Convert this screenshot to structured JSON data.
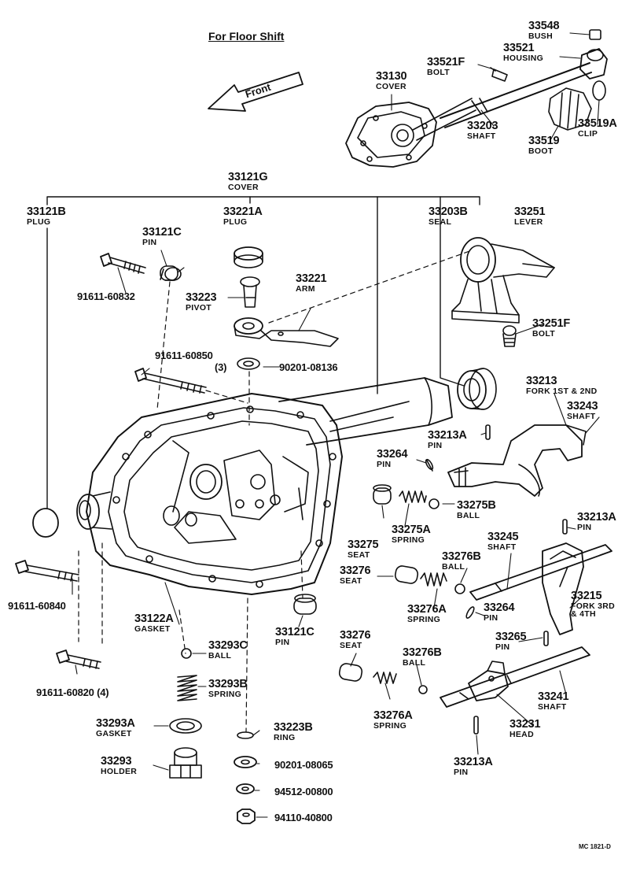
{
  "diagram": {
    "title": "For Floor Shift",
    "front_label": "Front",
    "code": "MC 1821-D"
  },
  "parts": [
    {
      "id": "p33548",
      "num": "33548",
      "name": "BUSH"
    },
    {
      "id": "p33521",
      "num": "33521",
      "name": "HOUSING"
    },
    {
      "id": "p33521F",
      "num": "33521F",
      "name": "BOLT"
    },
    {
      "id": "p33130",
      "num": "33130",
      "name": "COVER"
    },
    {
      "id": "p33203",
      "num": "33203",
      "name": "SHAFT"
    },
    {
      "id": "p33519",
      "num": "33519",
      "name": "BOOT"
    },
    {
      "id": "p33519A",
      "num": "33519A",
      "name": "CLIP"
    },
    {
      "id": "p33121G",
      "num": "33121G",
      "name": "COVER"
    },
    {
      "id": "p33121B",
      "num": "33121B",
      "name": "PLUG"
    },
    {
      "id": "p33221A",
      "num": "33221A",
      "name": "PLUG"
    },
    {
      "id": "p33203B",
      "num": "33203B",
      "name": "SEAL"
    },
    {
      "id": "p33251",
      "num": "33251",
      "name": "LEVER"
    },
    {
      "id": "p33121C_top",
      "num": "33121C",
      "name": "PIN"
    },
    {
      "id": "p33221",
      "num": "33221",
      "name": "ARM"
    },
    {
      "id": "p33223",
      "num": "33223",
      "name": "PIVOT"
    },
    {
      "id": "p33251F",
      "num": "33251F",
      "name": "BOLT"
    },
    {
      "id": "p33213",
      "num": "33213",
      "name": "FORK 1ST & 2ND"
    },
    {
      "id": "p33243",
      "num": "33243",
      "name": "SHAFT"
    },
    {
      "id": "p33213A_a",
      "num": "33213A",
      "name": "PIN"
    },
    {
      "id": "p33264_a",
      "num": "33264",
      "name": "PIN"
    },
    {
      "id": "p33275B",
      "num": "33275B",
      "name": "BALL"
    },
    {
      "id": "p33275A",
      "num": "33275A",
      "name": "SPRING"
    },
    {
      "id": "p33275",
      "num": "33275",
      "name": "SEAT"
    },
    {
      "id": "p33213A_b",
      "num": "33213A",
      "name": "PIN"
    },
    {
      "id": "p33245",
      "num": "33245",
      "name": "SHAFT"
    },
    {
      "id": "p33276B_a",
      "num": "33276B",
      "name": "BALL"
    },
    {
      "id": "p33276_a",
      "num": "33276",
      "name": "SEAT"
    },
    {
      "id": "p33276A_a",
      "num": "33276A",
      "name": "SPRING"
    },
    {
      "id": "p33264_b",
      "num": "33264",
      "name": "PIN"
    },
    {
      "id": "p33215",
      "num": "33215",
      "name": "FORK 3RD & 4TH"
    },
    {
      "id": "p33265",
      "num": "33265",
      "name": "PIN"
    },
    {
      "id": "p33122A",
      "num": "33122A",
      "name": "GASKET"
    },
    {
      "id": "p33121C_bot",
      "num": "33121C",
      "name": "PIN"
    },
    {
      "id": "p33293C",
      "num": "33293C",
      "name": "BALL"
    },
    {
      "id": "p33276_b",
      "num": "33276",
      "name": "SEAT"
    },
    {
      "id": "p33276B_b",
      "num": "33276B",
      "name": "BALL"
    },
    {
      "id": "p33293B",
      "num": "33293B",
      "name": "SPRING"
    },
    {
      "id": "p33276A_b",
      "num": "33276A",
      "name": "SPRING"
    },
    {
      "id": "p33241",
      "num": "33241",
      "name": "SHAFT"
    },
    {
      "id": "p33231",
      "num": "33231",
      "name": "HEAD"
    },
    {
      "id": "p33293A",
      "num": "33293A",
      "name": "GASKET"
    },
    {
      "id": "p33223B",
      "num": "33223B",
      "name": "RING"
    },
    {
      "id": "p33293",
      "num": "33293",
      "name": "HOLDER"
    },
    {
      "id": "p33213A_c",
      "num": "33213A",
      "name": "PIN"
    }
  ],
  "part_numbers": [
    {
      "id": "n1",
      "text": "91611-60832"
    },
    {
      "id": "n2",
      "text": "91611-60850"
    },
    {
      "id": "n2q",
      "text": "(3)"
    },
    {
      "id": "n3",
      "text": "90201-08136"
    },
    {
      "id": "n4",
      "text": "91611-60840"
    },
    {
      "id": "n5",
      "text": "91611-60820 (4)"
    },
    {
      "id": "n6",
      "text": "90201-08065"
    },
    {
      "id": "n7",
      "text": "94512-00800"
    },
    {
      "id": "n8",
      "text": "94110-40800"
    }
  ]
}
